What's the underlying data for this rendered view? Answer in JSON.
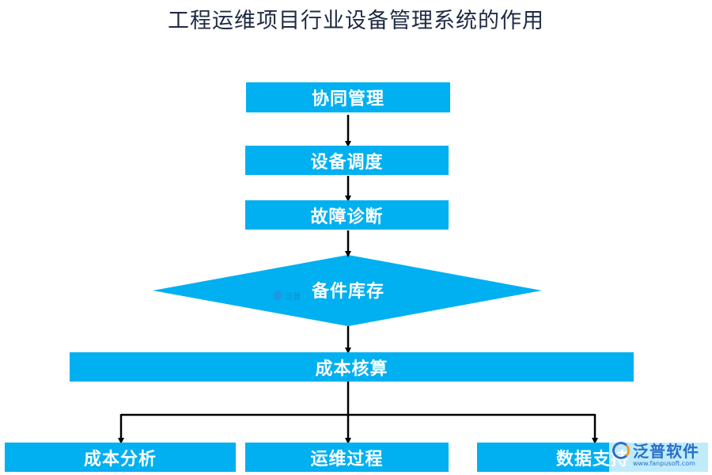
{
  "title": "工程运维项目行业设备管理系统的作用",
  "nodes": {
    "collab": "协同管理",
    "dispatch": "设备调度",
    "diagnosis": "故障诊断",
    "spare_parts": "备件库存",
    "cost_accounting": "成本核算",
    "cost_analysis": "成本分析",
    "ops_process": "运维过程",
    "data_support": "数据支持"
  },
  "watermark": {
    "brand": "泛普软件",
    "url": "www.fanpusoft.com",
    "center_mark": "泛普"
  },
  "colors": {
    "box_fill": "#00b0f0",
    "box_text": "#ffffff",
    "arrow": "#000000",
    "title": "#1f2a44"
  }
}
